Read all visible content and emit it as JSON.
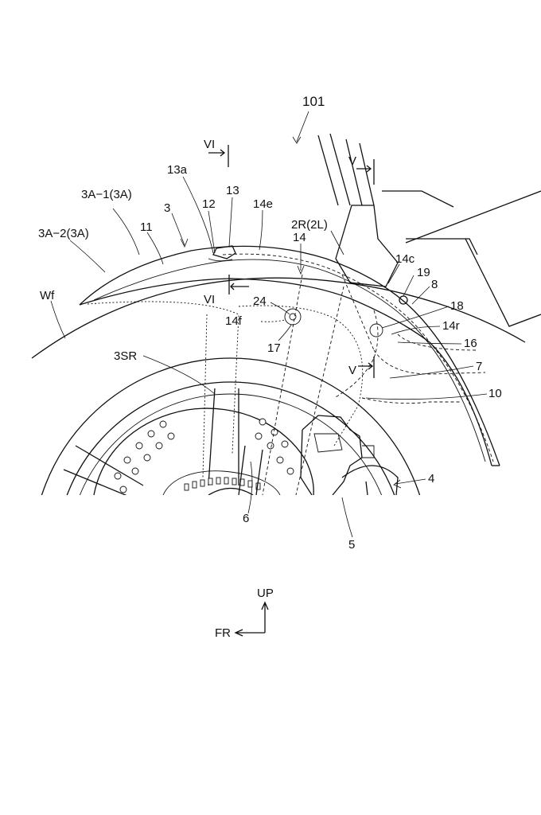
{
  "figure_ref": "101",
  "labels": {
    "l_vi_top": "VI",
    "l_v_top": "V",
    "l_3a1": "3A−1(3A)",
    "l_13a": "13a",
    "l_13": "13",
    "l_12": "12",
    "l_14e": "14e",
    "l_2r": "2R(2L)",
    "l_3": "3",
    "l_3a2": "3A−2(3A)",
    "l_11": "11",
    "l_14": "14",
    "l_14c": "14c",
    "l_19": "19",
    "l_8": "8",
    "l_wf": "Wf",
    "l_vi_bot": "VI",
    "l_24": "24",
    "l_18": "18",
    "l_14f": "14f",
    "l_14r": "14r",
    "l_16": "16",
    "l_17": "17",
    "l_3sr": "3SR",
    "l_v_bot": "V",
    "l_7": "7",
    "l_10": "10",
    "l_4": "4",
    "l_6": "6",
    "l_5": "5"
  },
  "orientation": {
    "up": "UP",
    "front": "FR"
  }
}
